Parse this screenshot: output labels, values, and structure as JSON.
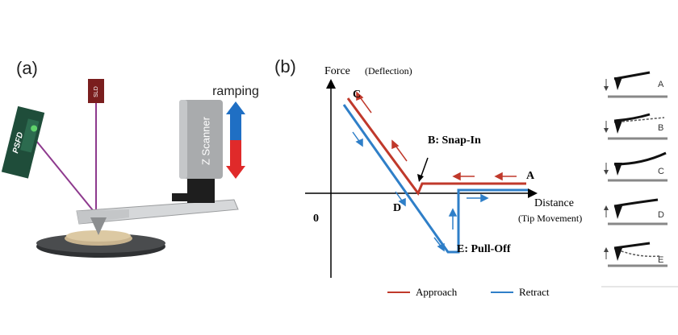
{
  "panel_a": {
    "label": "(a)",
    "ramping_label": "ramping",
    "sld_label": "SLD",
    "psfd_label": "PSFD",
    "zscanner_label": "Z Scanner"
  },
  "panel_b": {
    "label": "(b)",
    "y_axis_title": "Force",
    "y_axis_subtitle": "(Deflection)",
    "x_axis_title": "Distance",
    "x_axis_subtitle": "(Tip Movement)",
    "origin_label": "0",
    "point_a": "A",
    "point_b": "B: Snap-In",
    "point_c": "C",
    "point_d": "D",
    "point_e": "E: Pull-Off",
    "legend_approach": "Approach",
    "legend_retract": "Retract",
    "approach_color": "#c0392b",
    "retract_color": "#2f7fc8"
  },
  "panel_c": {
    "states": [
      "A",
      "B",
      "C",
      "D",
      "E"
    ]
  }
}
